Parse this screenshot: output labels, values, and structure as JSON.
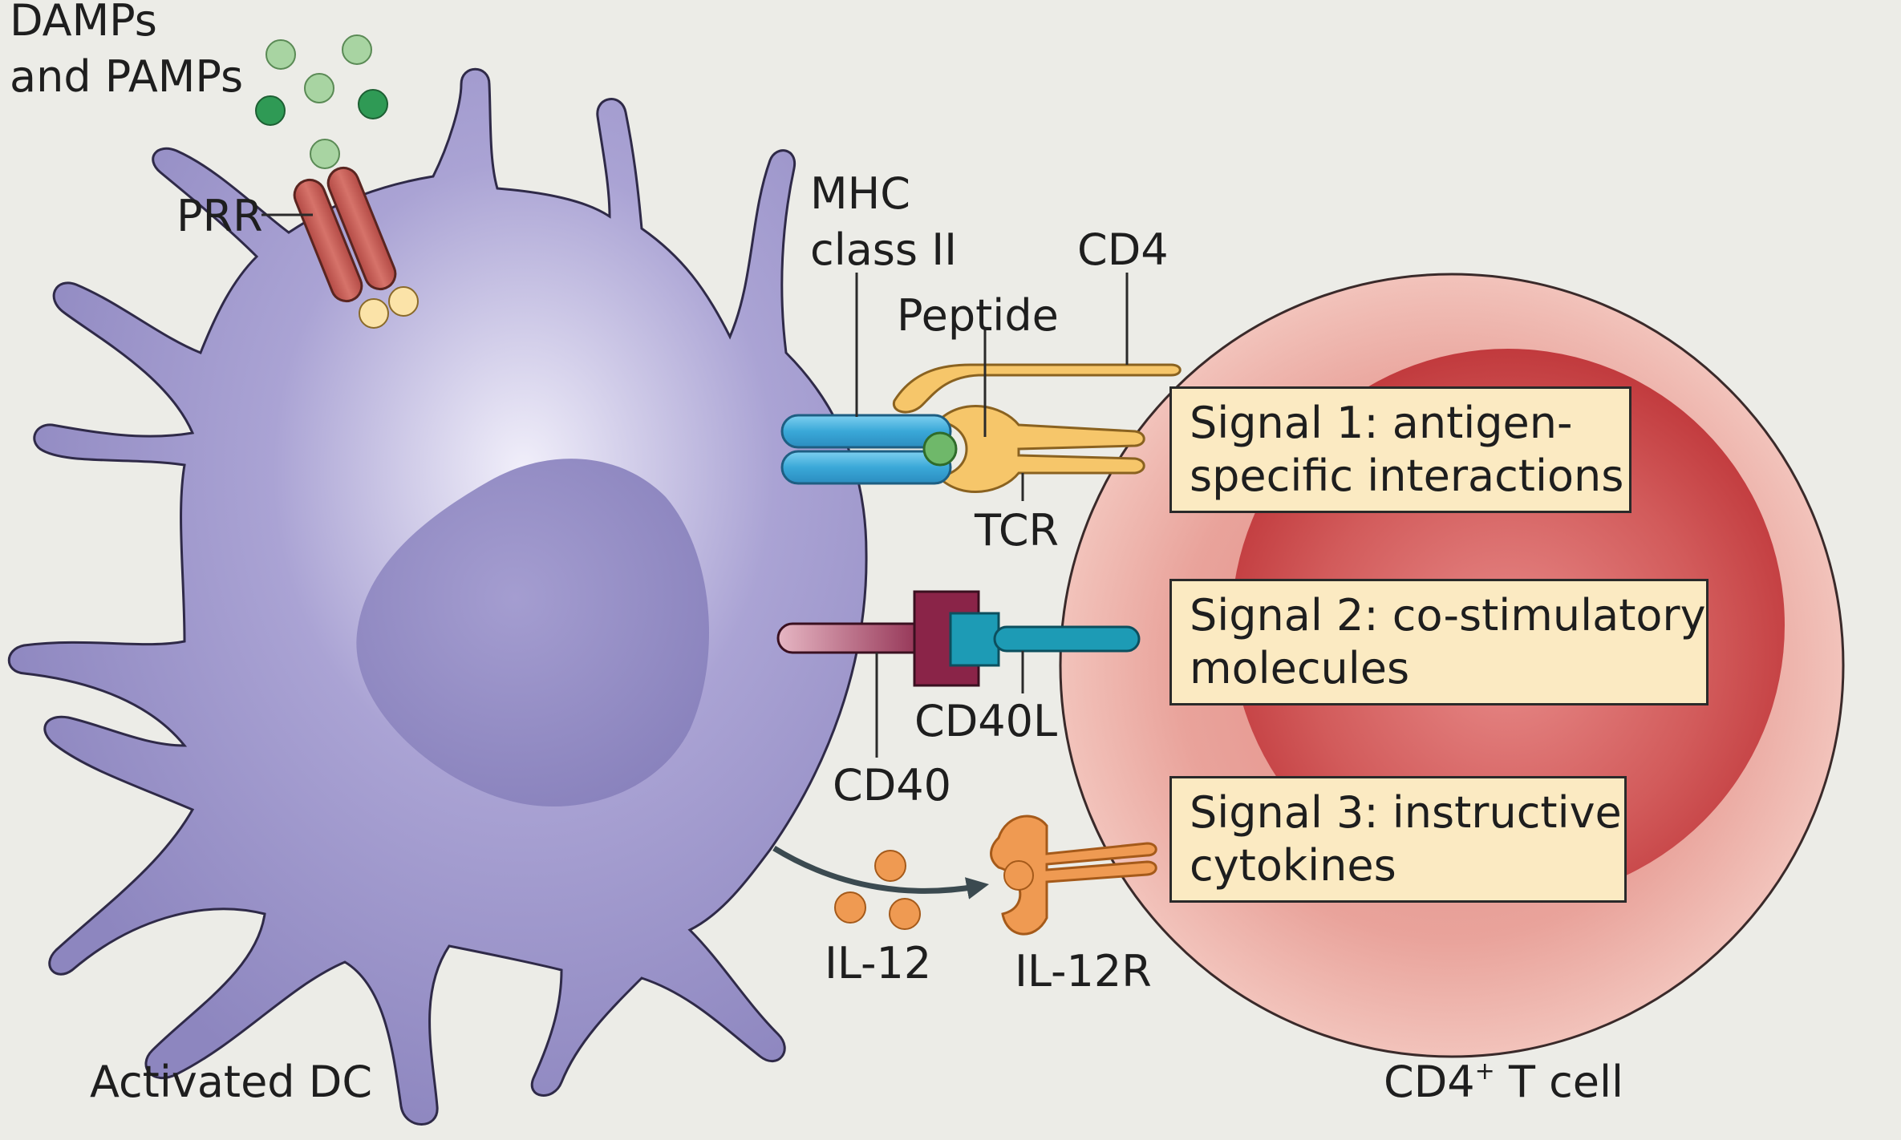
{
  "labels": {
    "damps_line1": "DAMPs",
    "damps_line2": "and PAMPs",
    "prr": "PRR",
    "mhc_line1": "MHC",
    "mhc_line2": "class II",
    "cd4": "CD4",
    "peptide": "Peptide",
    "tcr": "TCR",
    "cd40l": "CD40L",
    "cd40": "CD40",
    "il12": "IL-12",
    "il12r": "IL-12R",
    "dc": "Activated DC",
    "tcell_prefix": "CD4",
    "tcell_sup": "+",
    "tcell_suffix": " T cell"
  },
  "signals": [
    {
      "line1": "Signal 1: antigen-",
      "line2": "specific interactions"
    },
    {
      "line1": "Signal 2: co-stimulatory",
      "line2": "molecules"
    },
    {
      "line1": "Signal 3: instructive",
      "line2": "cytokines"
    }
  ],
  "colors": {
    "background": "#ecece7",
    "dc_body": "#9a93c8",
    "t_cell_outer": "#e9a39b",
    "t_cell_inner": "#c94a4a",
    "prr": "#c6574f",
    "mhc": "#3aa8d8",
    "tcr_cd4": "#f6c66a",
    "cd40": "#8a2448",
    "cd40l": "#1d9bb5",
    "il12": "#ef9a52",
    "signal_box": "#fbeac2"
  }
}
